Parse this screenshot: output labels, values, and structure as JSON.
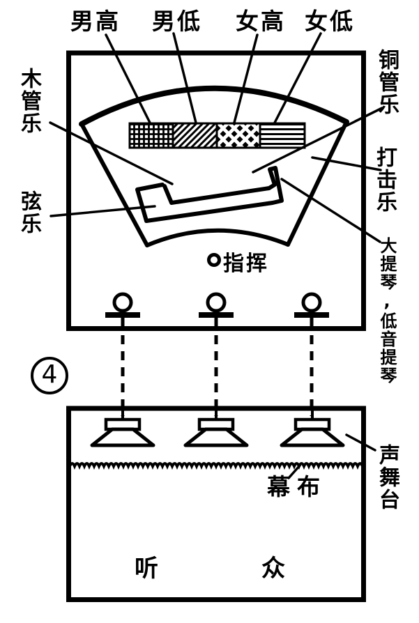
{
  "colors": {
    "ink": "#000000",
    "paper": "#ffffff"
  },
  "figure_number": "4",
  "labels": {
    "tenor": "男高",
    "bass": "男低",
    "soprano": "女高",
    "alto": "女低",
    "woodwinds": "木管乐",
    "strings": "弦乐",
    "brass": "铜管乐",
    "percussion": "打击乐",
    "cello_double_bass": "大提琴,低音提琴",
    "conductor": "指挥",
    "curtain": "幕布",
    "audience": "听众",
    "sound_stage": "声舞台"
  }
}
